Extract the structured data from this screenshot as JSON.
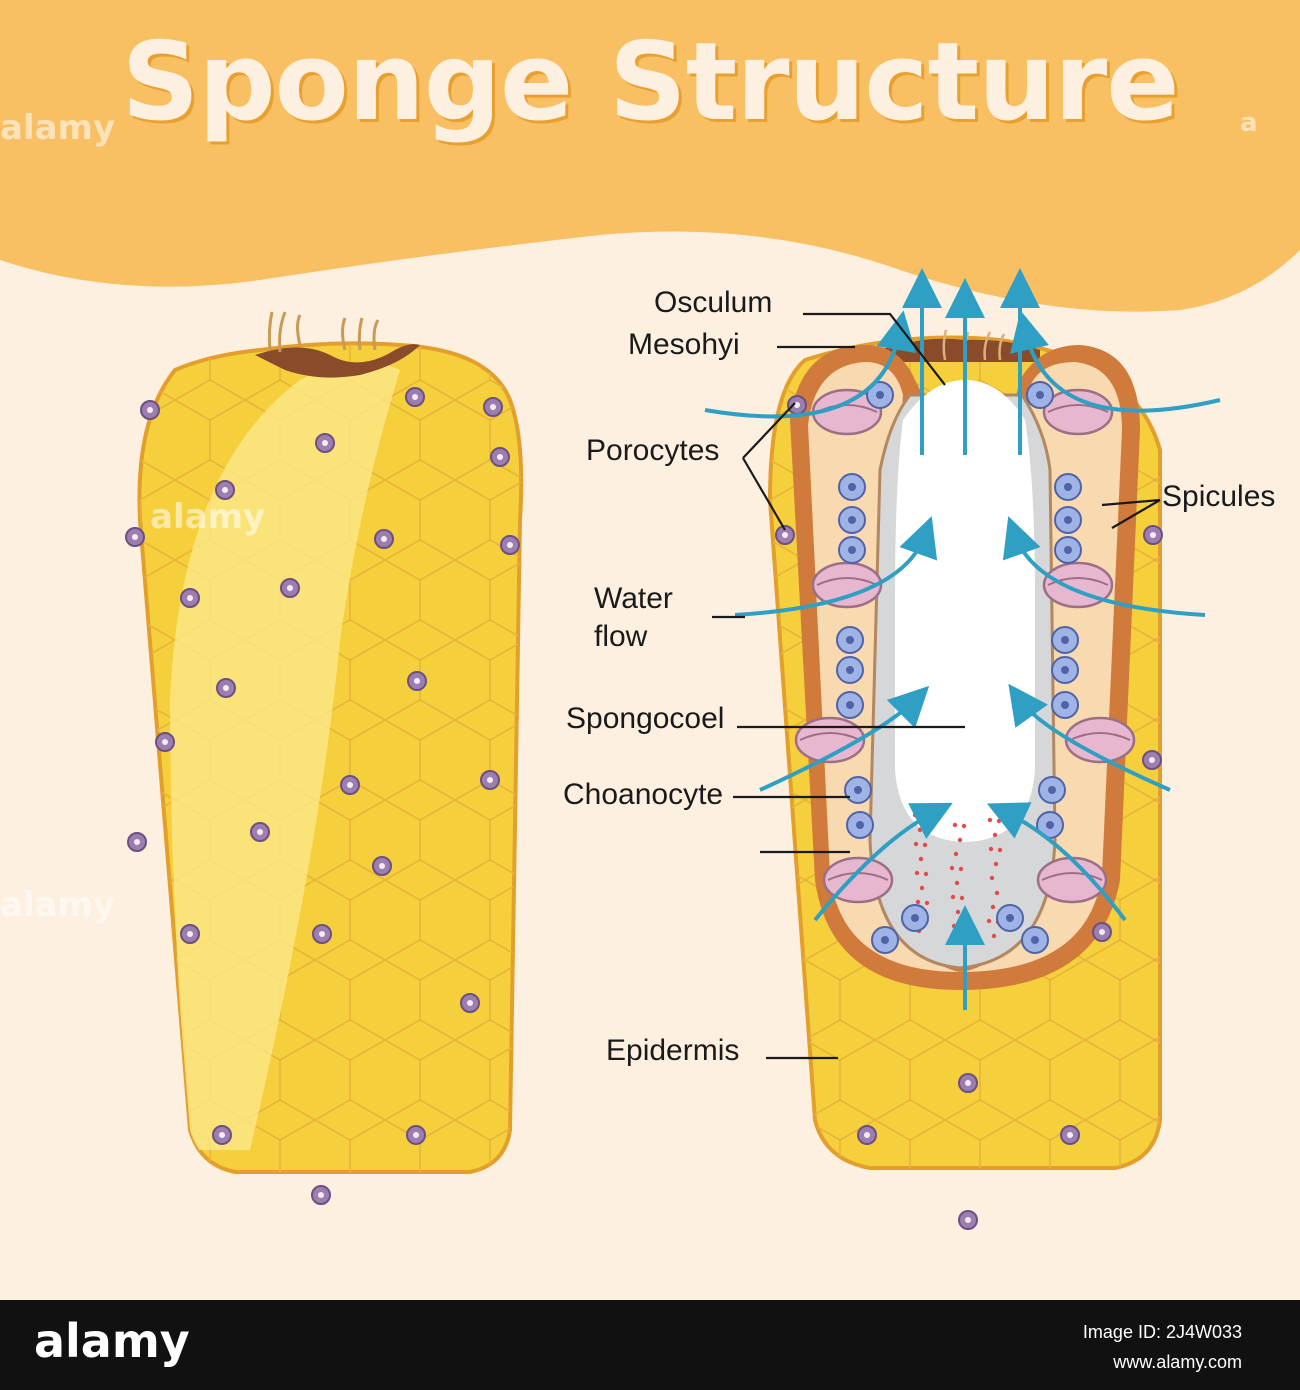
{
  "title": "Sponge Structure",
  "labels": {
    "osculum": "Osculum",
    "mesohyl": "Mesohyi",
    "porocytes": "Porocytes",
    "spicules": "Spicules",
    "water_flow_line1": "Water",
    "water_flow_line2": "flow",
    "spongocoel": "Spongocoel",
    "choanocyte": "Choanocyte",
    "epidermis": "Epidermis"
  },
  "watermark": {
    "side_text": "alamy",
    "corner_mark": "a"
  },
  "footer": {
    "brand": "alamy",
    "image_id": "Image ID: 2J4W033",
    "site": "www.alamy.com"
  },
  "colors": {
    "background": "#fdf0e0",
    "banner": "#f8bf63",
    "body_yellow": "#f6cf3c",
    "body_light": "#fbe98a",
    "body_outline": "#e39f2c",
    "pore": "#9b7fb1",
    "water_arrow": "#2f9fc4",
    "collar_cell": "#9fb3e6",
    "mesohyl": "#f8d9b0",
    "wall": "#cf7a3c"
  }
}
